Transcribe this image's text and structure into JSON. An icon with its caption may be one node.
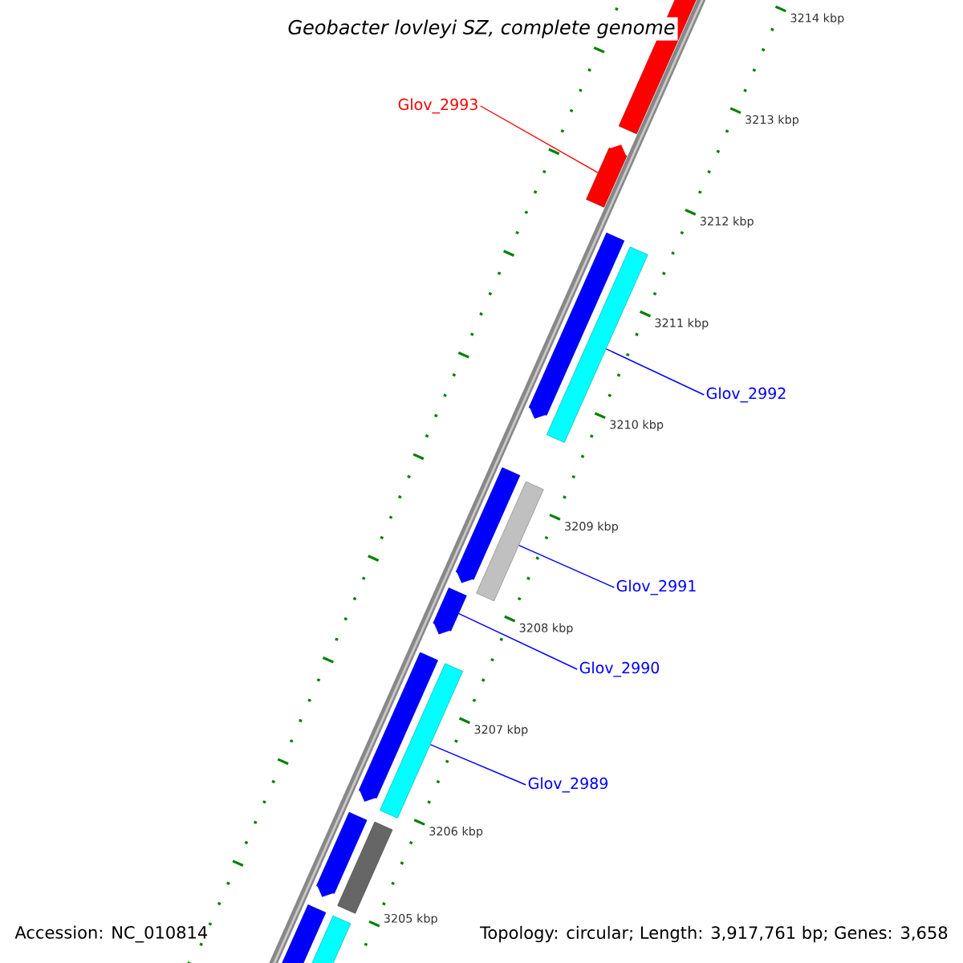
{
  "diagram": {
    "title": "Geobacter lovleyi SZ, complete genome",
    "nodes": [
      {
        "text": [
          "Glov_2993"
        ]
      },
      {
        "text": [
          "Glov_2992"
        ]
      },
      {
        "text": [
          "Glov_2991"
        ]
      },
      {
        "text": [
          "Glov_2990"
        ]
      },
      {
        "text": [
          "Glov_2989"
        ]
      },
      {
        "text": [],
        "shape": "bar"
      },
      {
        "text": [],
        "shape": "arrow"
      },
      {
        "text": [],
        "shape": "arrow"
      },
      {
        "text": [],
        "shape": "bar"
      },
      {
        "text": [],
        "shape": "arrow"
      },
      {
        "text": [],
        "shape": "bar"
      },
      {
        "text": [],
        "shape": "arrow"
      },
      {
        "text": [],
        "shape": "arrow"
      },
      {
        "text": [],
        "shape": "bar"
      },
      {
        "text": [],
        "shape": "arrow"
      },
      {
        "text": [],
        "shape": "bar"
      },
      {
        "text": [],
        "shape": "bar"
      },
      {
        "text": [],
        "shape": "bar"
      }
    ],
    "edges": [
      {
        "from": 0,
        "to": 6,
        "arrow": "none",
        "color": "#ff0000"
      },
      {
        "from": 1,
        "to": 8,
        "arrow": "none"
      },
      {
        "from": 2,
        "to": 10,
        "arrow": "none"
      },
      {
        "from": 3,
        "to": 11,
        "arrow": "none"
      },
      {
        "from": 4,
        "to": 13,
        "arrow": "none"
      }
    ],
    "labels": [
      "3214 kbp",
      "3213 kbp",
      "3212 kbp",
      "3211 kbp",
      "3210 kbp",
      "3209 kbp",
      "3208 kbp",
      "3207 kbp",
      "3206 kbp",
      "3205 kbp",
      "Accession: NC_010814",
      "Topology: circular; Length: 3,917,761 bp; Genes: 3,658"
    ]
  }
}
